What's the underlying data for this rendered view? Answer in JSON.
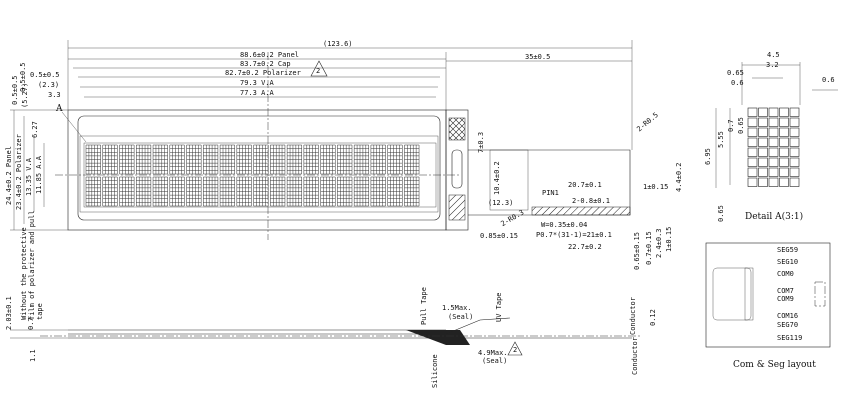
{
  "dims_top": {
    "overall": "(123.6)",
    "panel": "88.6±0.2 Panel",
    "cap": "83.7±0.2 Cap",
    "polarizer": "82.7±0.2 Polarizer",
    "va": "79.3 V.A",
    "aa": "77.3 A.A",
    "left_05": "0.5±0.5",
    "left_23": "(2.3)",
    "left_33": "3.3",
    "fpc": "35±0.5"
  },
  "dims_left": {
    "panel_h": "24.4±0.2 Panel",
    "pol_h": "23.4±0.2 Polarizer",
    "va_h": "13.35 V.A",
    "aa_h": "11.85 A.A",
    "d05": "0.5±0.5",
    "d527": "(5.27)",
    "d627": "6.27",
    "d05b": "0.5±0.5",
    "side_203": "2.03±0.1",
    "side_07": "0.7",
    "side_11": "1.1",
    "side_note": "Without the protective film of polarizer and pull tape"
  },
  "fpc_dims": {
    "r05": "2-R0.5",
    "d7": "7±0.3",
    "d104": "10.4±0.2",
    "d123": "(12.3)",
    "d207": "20.7±0.1",
    "d1": "1±0.15",
    "d44": "4.4±0.2",
    "pin1": "PIN1",
    "d2": "2-0.8±0.1",
    "r03": "2-R0.3",
    "w035": "W=0.35±0.04",
    "pitch": "P0.7*(31-1)=21±0.1",
    "d085": "0.85±0.15",
    "d227": "22.7±0.2",
    "d065": "0.65±0.15",
    "d07": "0.7±0.15",
    "d24": "2.4±0.3",
    "d1b": "1±0.15"
  },
  "side_labels": {
    "pull_tape": "Pull Tape",
    "uv_tape": "UV Tape",
    "silicone": "Silicone",
    "conductor": "Conductor",
    "conductor2": "Conductor",
    "max15": "1.5Max.",
    "seal1": "(Seal)",
    "max49": "4.9Max.",
    "seal2": "(Seal)",
    "d012": "0.12",
    "rev": "2"
  },
  "detail": {
    "title": "Detail A(3:1)",
    "w45": "4.5",
    "w32": "3.2",
    "w065": "0.65",
    "w06": "0.6",
    "w06b": "0.6",
    "h695": "6.95",
    "h555": "5.55",
    "h07": "0.7",
    "h065": "0.65",
    "h065b": "0.65",
    "label_a": "A"
  },
  "layout_box": {
    "title": "Com & Seg layout",
    "seg59": "SEG59",
    "seg10": "SEG10",
    "com0": "COM0",
    "com7": "COM7",
    "com9": "COM9",
    "com16": "COM16",
    "seg70": "SEG70",
    "seg119": "SEG119"
  }
}
